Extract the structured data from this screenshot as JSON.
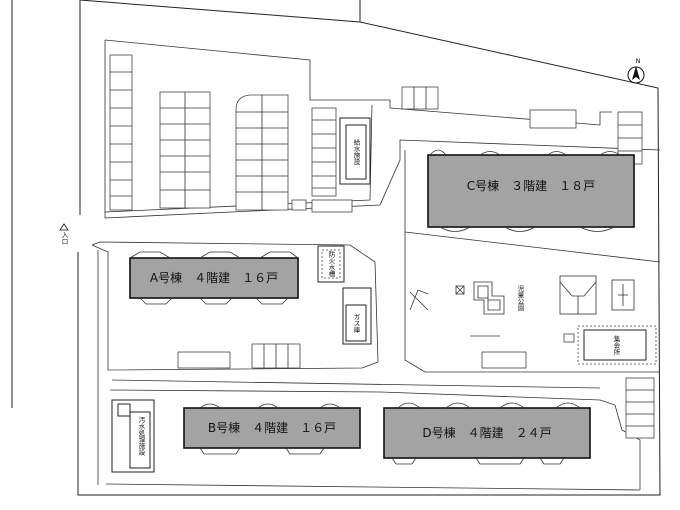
{
  "buildings": {
    "c": "C号棟　３階建　１８戸",
    "a": "A号棟　４階建　１６戸",
    "b": "B号棟　４階建　１６戸",
    "d": "D号棟　４階建　２４戸"
  },
  "facilities": {
    "water_supply": "給水施設",
    "fire_tank": "防火水槽",
    "gas_storage": "ガス庫",
    "park": "児童公園",
    "meeting_hall": "集会所",
    "sewage": "汚水処理施設"
  },
  "entrance": "入口",
  "north": "N",
  "colors": {
    "building_fill": "#a3a3a3",
    "line": "#222222",
    "background": "#ffffff"
  }
}
